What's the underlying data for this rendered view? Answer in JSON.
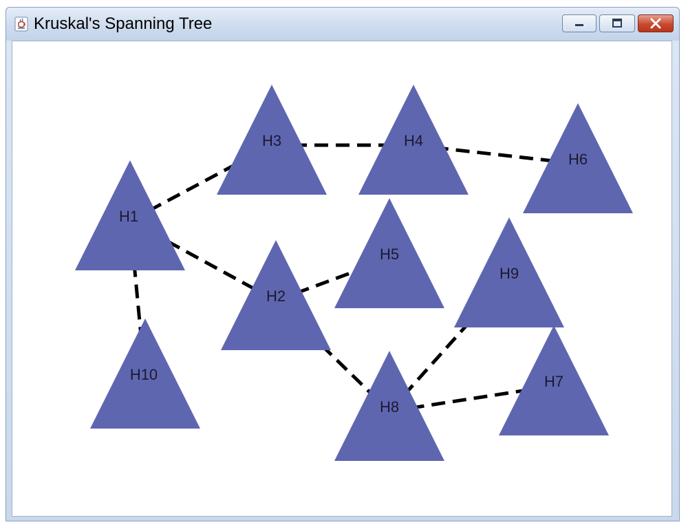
{
  "window": {
    "title": "Kruskal's Spanning Tree"
  },
  "graph": {
    "node_color": "#5f66b0",
    "edge_color": "#000000",
    "nodes": [
      {
        "id": "H1",
        "label": "H1"
      },
      {
        "id": "H2",
        "label": "H2"
      },
      {
        "id": "H3",
        "label": "H3"
      },
      {
        "id": "H4",
        "label": "H4"
      },
      {
        "id": "H5",
        "label": "H5"
      },
      {
        "id": "H6",
        "label": "H6"
      },
      {
        "id": "H7",
        "label": "H7"
      },
      {
        "id": "H8",
        "label": "H8"
      },
      {
        "id": "H9",
        "label": "H9"
      },
      {
        "id": "H10",
        "label": "H10"
      }
    ],
    "edges": [
      {
        "from": "H1",
        "to": "H3"
      },
      {
        "from": "H3",
        "to": "H4"
      },
      {
        "from": "H4",
        "to": "H6"
      },
      {
        "from": "H1",
        "to": "H2"
      },
      {
        "from": "H2",
        "to": "H5"
      },
      {
        "from": "H1",
        "to": "H10"
      },
      {
        "from": "H2",
        "to": "H8"
      },
      {
        "from": "H8",
        "to": "H9"
      },
      {
        "from": "H8",
        "to": "H7"
      }
    ]
  }
}
